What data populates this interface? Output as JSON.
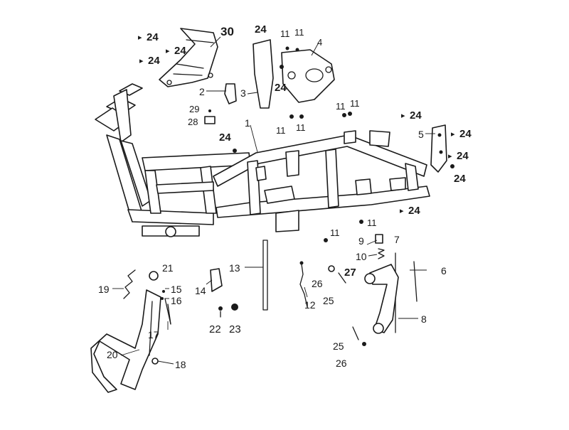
{
  "diagram": {
    "callouts": [
      {
        "id": "c30",
        "text": "30",
        "bold": true
      },
      {
        "id": "c24a",
        "text": "24",
        "bold": true,
        "arrow": true
      },
      {
        "id": "c24b",
        "text": "24",
        "bold": true,
        "arrow": true
      },
      {
        "id": "c24c",
        "text": "24",
        "bold": true,
        "arrow": true
      },
      {
        "id": "c24d",
        "text": "24",
        "bold": true
      },
      {
        "id": "c24e",
        "text": "24",
        "bold": true
      },
      {
        "id": "c11a",
        "text": "11"
      },
      {
        "id": "c11b",
        "text": "11"
      },
      {
        "id": "c4",
        "text": "4"
      },
      {
        "id": "c2",
        "text": "2"
      },
      {
        "id": "c3",
        "text": "3"
      },
      {
        "id": "c29",
        "text": "29"
      },
      {
        "id": "c28",
        "text": "28"
      },
      {
        "id": "c11c",
        "text": "11"
      },
      {
        "id": "c11d",
        "text": "11"
      },
      {
        "id": "c11e",
        "text": "11"
      },
      {
        "id": "c11f",
        "text": "11"
      },
      {
        "id": "c24f",
        "text": "24",
        "bold": true,
        "arrow": true
      },
      {
        "id": "c5",
        "text": "5"
      },
      {
        "id": "c24g",
        "text": "24",
        "bold": true,
        "arrow": true
      },
      {
        "id": "c24h",
        "text": "24",
        "bold": true,
        "arrow": true
      },
      {
        "id": "c24i",
        "text": "24",
        "bold": true
      },
      {
        "id": "c1",
        "text": "1"
      },
      {
        "id": "c24j",
        "text": "24",
        "bold": true
      },
      {
        "id": "c24k",
        "text": "24",
        "bold": true,
        "arrow": true
      },
      {
        "id": "c11g",
        "text": "11"
      },
      {
        "id": "c11h",
        "text": "11"
      },
      {
        "id": "c9",
        "text": "9"
      },
      {
        "id": "c7",
        "text": "7"
      },
      {
        "id": "c10",
        "text": "10"
      },
      {
        "id": "c6",
        "text": "6"
      },
      {
        "id": "c13",
        "text": "13"
      },
      {
        "id": "c21",
        "text": "21"
      },
      {
        "id": "c15",
        "text": "15"
      },
      {
        "id": "c16",
        "text": "16"
      },
      {
        "id": "c19",
        "text": "19"
      },
      {
        "id": "c14",
        "text": "14"
      },
      {
        "id": "c27",
        "text": "27"
      },
      {
        "id": "c26a",
        "text": "26"
      },
      {
        "id": "c25a",
        "text": "25"
      },
      {
        "id": "c12",
        "text": "12"
      },
      {
        "id": "c8",
        "text": "8"
      },
      {
        "id": "c22",
        "text": "22"
      },
      {
        "id": "c23",
        "text": "23"
      },
      {
        "id": "c17",
        "text": "17"
      },
      {
        "id": "c20",
        "text": "20"
      },
      {
        "id": "c18",
        "text": "18"
      },
      {
        "id": "c25b",
        "text": "25"
      },
      {
        "id": "c26b",
        "text": "26"
      }
    ]
  }
}
